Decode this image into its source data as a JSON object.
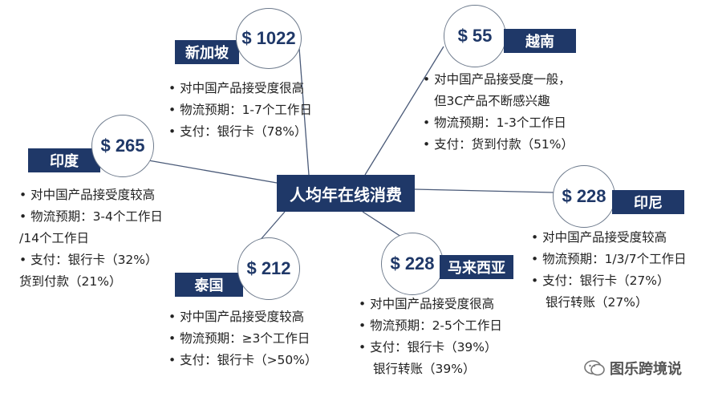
{
  "center": "人均年在线消费",
  "countries": {
    "singapore": {
      "name": "新加坡",
      "amount": "$ 1022",
      "lines": [
        "• 对中国产品接受度很高",
        "• 物流预期：1-7个工作日",
        "• 支付：银行卡（78%）"
      ]
    },
    "vietnam": {
      "name": "越南",
      "amount": "$ 55",
      "lines": [
        "• 对中国产品接受度一般，",
        "但3C产品不断感兴趣",
        "• 物流预期：1-3个工作日",
        "• 支付：货到付款（51%）"
      ]
    },
    "india": {
      "name": "印度",
      "amount": "$ 265",
      "lines": [
        "• 对中国产品接受度较高",
        "• 物流预期：3-4个工作日",
        "/14个工作日",
        "• 支付：银行卡（32%）",
        "货到付款（21%）"
      ]
    },
    "indonesia": {
      "name": "印尼",
      "amount": "$ 228",
      "lines": [
        "• 对中国产品接受度较高",
        "• 物流预期：1/3/7个工作日",
        "• 支付：银行卡（27%）",
        "银行转账（27%）"
      ]
    },
    "thailand": {
      "name": "泰国",
      "amount": "$ 212",
      "lines": [
        "• 对中国产品接受度较高",
        "• 物流预期：≥3个工作日",
        "• 支付：银行卡（>50%）"
      ]
    },
    "malaysia": {
      "name": "马来西亚",
      "amount": "$ 228",
      "lines": [
        "• 对中国产品接受度很高",
        "• 物流预期：2-5个工作日",
        "• 支付：银行卡（39%）",
        "银行转账（39%）"
      ]
    }
  },
  "watermark": "图乐跨境说",
  "colors": {
    "navy": "#1f3868",
    "circle_border": "#6d7a8c",
    "line": "#4a5a78"
  }
}
